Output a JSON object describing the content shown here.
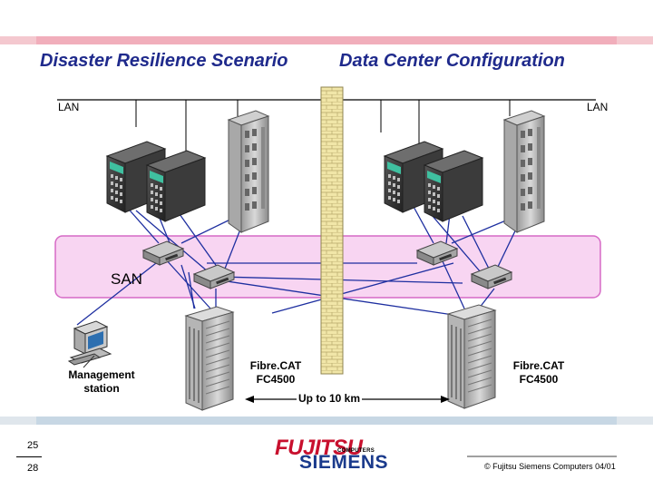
{
  "header": {
    "title_left": "Disaster Resilience Scenario",
    "title_right": "Data Center Configuration"
  },
  "diagram": {
    "lan_left": "LAN",
    "lan_right": "LAN",
    "san_label": "SAN",
    "management_station": [
      "Management",
      "station"
    ],
    "storage_left": [
      "Fibre.CAT",
      "FC4500"
    ],
    "storage_right": [
      "Fibre.CAT",
      "FC4500"
    ],
    "distance_label": "Up to 10 km"
  },
  "footer": {
    "page_top": "25",
    "page_bottom": "28",
    "logo_fujitsu": "FUJITSU",
    "logo_computers": "COMPUTERS",
    "logo_siemens": "SIEMENS",
    "copyright": "© Fujitsu Siemens Computers 04/01"
  },
  "colors": {
    "title": "#1f2a8c",
    "san_fill": "#f8d5f2",
    "san_border": "#d66ac6",
    "wire": "#1e2fa0",
    "wall": "#f1e6a8"
  }
}
